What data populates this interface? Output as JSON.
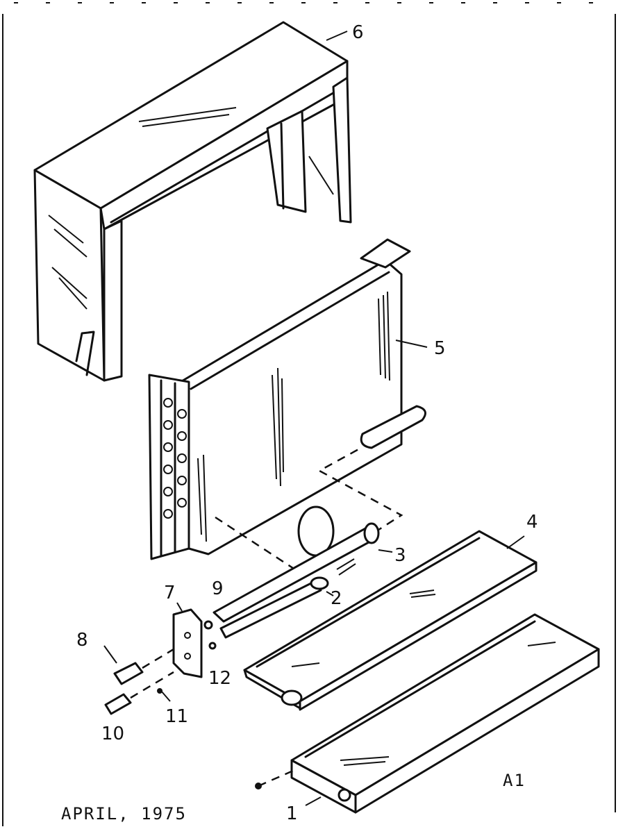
{
  "callouts": {
    "p1": "1",
    "p2": "2",
    "p3": "3",
    "p4": "4",
    "p5": "5",
    "p6": "6",
    "p7": "7",
    "p8": "8",
    "p9": "9",
    "p10": "10",
    "p11": "11",
    "p12": "12"
  },
  "figure_id": "A1",
  "date_caption": "APRIL, 1975"
}
